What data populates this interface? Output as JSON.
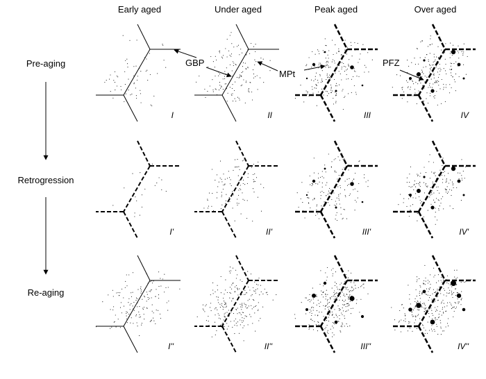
{
  "columns": [
    "Early aged",
    "Under aged",
    "Peak aged",
    "Over aged"
  ],
  "rows": [
    "Pre-aging",
    "Retrogression",
    "Re-aging"
  ],
  "panel_labels": [
    [
      "I",
      "II",
      "III",
      "IV"
    ],
    [
      "I'",
      "II'",
      "III'",
      "IV'"
    ],
    [
      "I''",
      "II''",
      "III''",
      "IV''"
    ]
  ],
  "annotations": {
    "gbp": "GBP",
    "mpt": "MPt",
    "pfz": "PFZ"
  }
}
